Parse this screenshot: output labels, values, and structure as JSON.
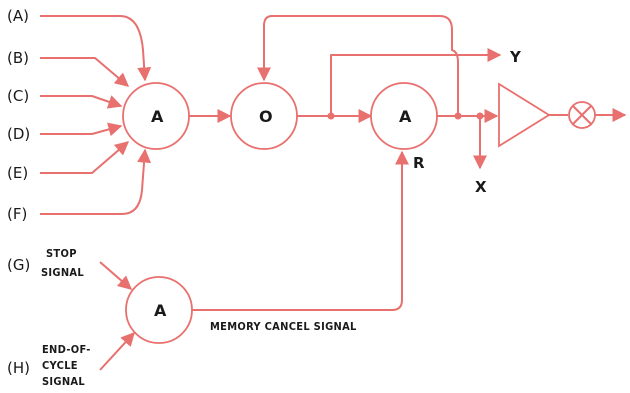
{
  "inputs": {
    "a": "(A)",
    "b": "(B)",
    "c": "(C)",
    "d": "(D)",
    "e": "(E)",
    "f": "(F)",
    "g": "(G)",
    "h": "(H)"
  },
  "gates": {
    "and1": "A",
    "or1": "O",
    "and2": "A",
    "and3": "A"
  },
  "signals": {
    "stop_line1": "STOP",
    "stop_line2": "SIGNAL",
    "eoc_line1": "END-OF-",
    "eoc_line2": "CYCLE",
    "eoc_line3": "SIGNAL",
    "memory_cancel": "MEMORY CANCEL SIGNAL"
  },
  "outputs": {
    "y": "Y",
    "x": "X",
    "r": "R"
  },
  "colors": {
    "wire": "#e8706e",
    "text": "#1a1a1a"
  },
  "icons": {
    "output_symbol": "lamp-cross-icon",
    "amplifier": "amplifier-triangle-icon"
  }
}
